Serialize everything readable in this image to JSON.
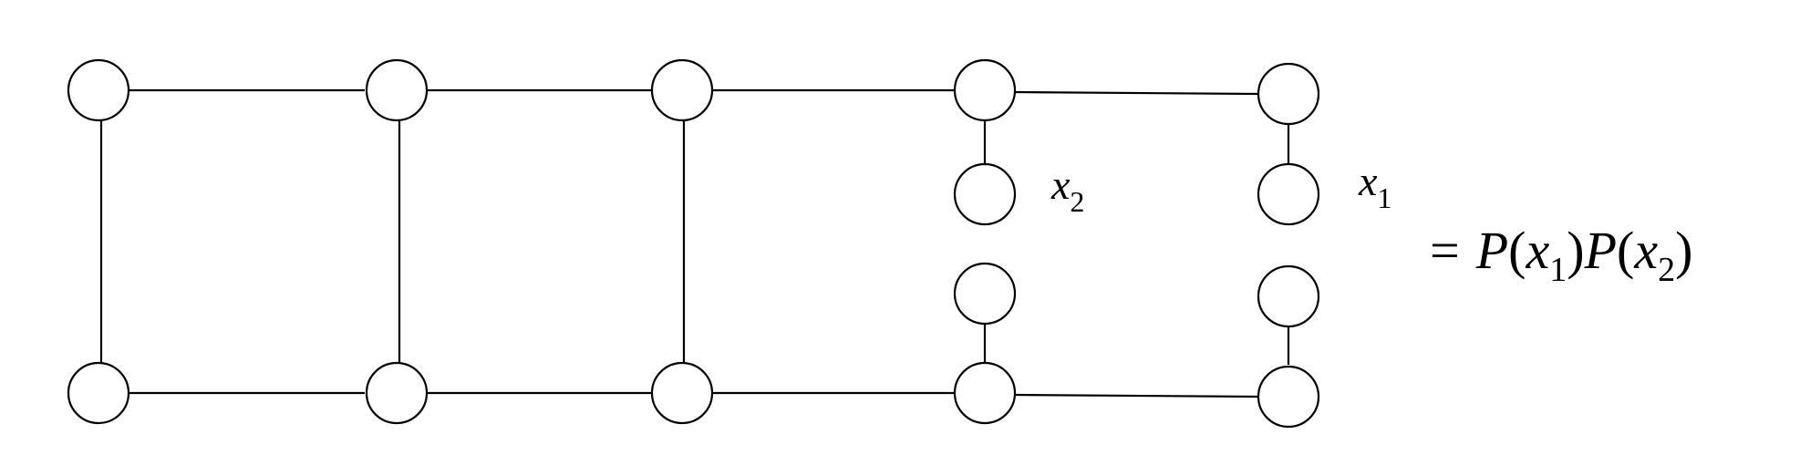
{
  "labels": {
    "x2_var": "x",
    "x2_sub": "2",
    "x1_var": "x",
    "x1_sub": "1"
  },
  "equation": {
    "equals": "=",
    "P_first": "P",
    "open_paren_first": "(",
    "x_first": "x",
    "sub_first": "1",
    "close_paren_first": ")",
    "P_second": "P",
    "open_paren_second": "(",
    "x_second": "x",
    "sub_second": "2",
    "close_paren_second": ")"
  },
  "colors": {
    "stroke": "#000000",
    "node_fill": "#ffffff",
    "background": "#ffffff"
  }
}
